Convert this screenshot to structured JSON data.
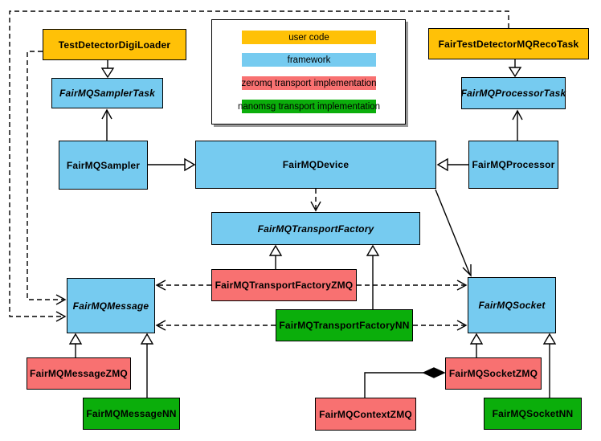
{
  "legend": {
    "items": [
      {
        "label": "user code",
        "color": "#FFC107"
      },
      {
        "label": "framework",
        "color": "#76CBF0"
      },
      {
        "label": "zeromq transport implementation",
        "color": "#F87171"
      },
      {
        "label": "nanomsg transport implementation",
        "color": "#0BAE0B"
      }
    ]
  },
  "nodes": {
    "digiLoader": {
      "label": "TestDetectorDigiLoader",
      "category": "user code",
      "abstract": false
    },
    "recoTask": {
      "label": "FairTestDetectorMQRecoTask",
      "category": "user code",
      "abstract": false
    },
    "samplerTask": {
      "label": "FairMQSamplerTask",
      "category": "framework",
      "abstract": true
    },
    "processorTask": {
      "label": "FairMQProcessorTask",
      "category": "framework",
      "abstract": true
    },
    "sampler": {
      "label": "FairMQSampler",
      "category": "framework",
      "abstract": false
    },
    "device": {
      "label": "FairMQDevice",
      "category": "framework",
      "abstract": false
    },
    "processor": {
      "label": "FairMQProcessor",
      "category": "framework",
      "abstract": false
    },
    "transportFactory": {
      "label": "FairMQTransportFactory",
      "category": "framework",
      "abstract": true
    },
    "transportFactoryZMQ": {
      "label": "FairMQTransportFactoryZMQ",
      "category": "zeromq",
      "abstract": false
    },
    "transportFactoryNN": {
      "label": "FairMQTransportFactoryNN",
      "category": "nanomsg",
      "abstract": false
    },
    "message": {
      "label": "FairMQMessage",
      "category": "framework",
      "abstract": true
    },
    "socket": {
      "label": "FairMQSocket",
      "category": "framework",
      "abstract": true
    },
    "messageZMQ": {
      "label": "FairMQMessageZMQ",
      "category": "zeromq",
      "abstract": false
    },
    "messageNN": {
      "label": "FairMQMessageNN",
      "category": "nanomsg",
      "abstract": false
    },
    "contextZMQ": {
      "label": "FairMQContextZMQ",
      "category": "zeromq",
      "abstract": false
    },
    "socketZMQ": {
      "label": "FairMQSocketZMQ",
      "category": "zeromq",
      "abstract": false
    },
    "socketNN": {
      "label": "FairMQSocketNN",
      "category": "nanomsg",
      "abstract": false
    }
  },
  "edges": [
    {
      "from": "TestDetectorDigiLoader",
      "to": "FairMQSamplerTask",
      "type": "inheritance"
    },
    {
      "from": "FairTestDetectorMQRecoTask",
      "to": "FairMQProcessorTask",
      "type": "inheritance"
    },
    {
      "from": "FairMQSampler",
      "to": "FairMQSamplerTask",
      "type": "association"
    },
    {
      "from": "FairMQProcessor",
      "to": "FairMQProcessorTask",
      "type": "association"
    },
    {
      "from": "FairMQSampler",
      "to": "FairMQDevice",
      "type": "inheritance"
    },
    {
      "from": "FairMQProcessor",
      "to": "FairMQDevice",
      "type": "inheritance"
    },
    {
      "from": "FairMQDevice",
      "to": "FairMQTransportFactory",
      "type": "dependency"
    },
    {
      "from": "FairMQDevice",
      "to": "FairMQSocket",
      "type": "association"
    },
    {
      "from": "TestDetectorDigiLoader",
      "to": "FairMQMessage",
      "type": "dependency"
    },
    {
      "from": "FairTestDetectorMQRecoTask",
      "to": "FairMQMessage",
      "type": "dependency"
    },
    {
      "from": "FairMQTransportFactoryZMQ",
      "to": "FairMQTransportFactory",
      "type": "inheritance"
    },
    {
      "from": "FairMQTransportFactoryNN",
      "to": "FairMQTransportFactory",
      "type": "inheritance"
    },
    {
      "from": "FairMQTransportFactoryZMQ",
      "to": "FairMQMessage",
      "type": "dependency"
    },
    {
      "from": "FairMQTransportFactoryZMQ",
      "to": "FairMQSocket",
      "type": "dependency"
    },
    {
      "from": "FairMQTransportFactoryNN",
      "to": "FairMQMessage",
      "type": "dependency"
    },
    {
      "from": "FairMQTransportFactoryNN",
      "to": "FairMQSocket",
      "type": "dependency"
    },
    {
      "from": "FairMQMessageZMQ",
      "to": "FairMQMessage",
      "type": "inheritance"
    },
    {
      "from": "FairMQMessageNN",
      "to": "FairMQMessage",
      "type": "inheritance"
    },
    {
      "from": "FairMQSocketZMQ",
      "to": "FairMQSocket",
      "type": "inheritance"
    },
    {
      "from": "FairMQSocketNN",
      "to": "FairMQSocket",
      "type": "inheritance"
    },
    {
      "from": "FairMQSocketZMQ",
      "to": "FairMQContextZMQ",
      "type": "composition"
    }
  ]
}
